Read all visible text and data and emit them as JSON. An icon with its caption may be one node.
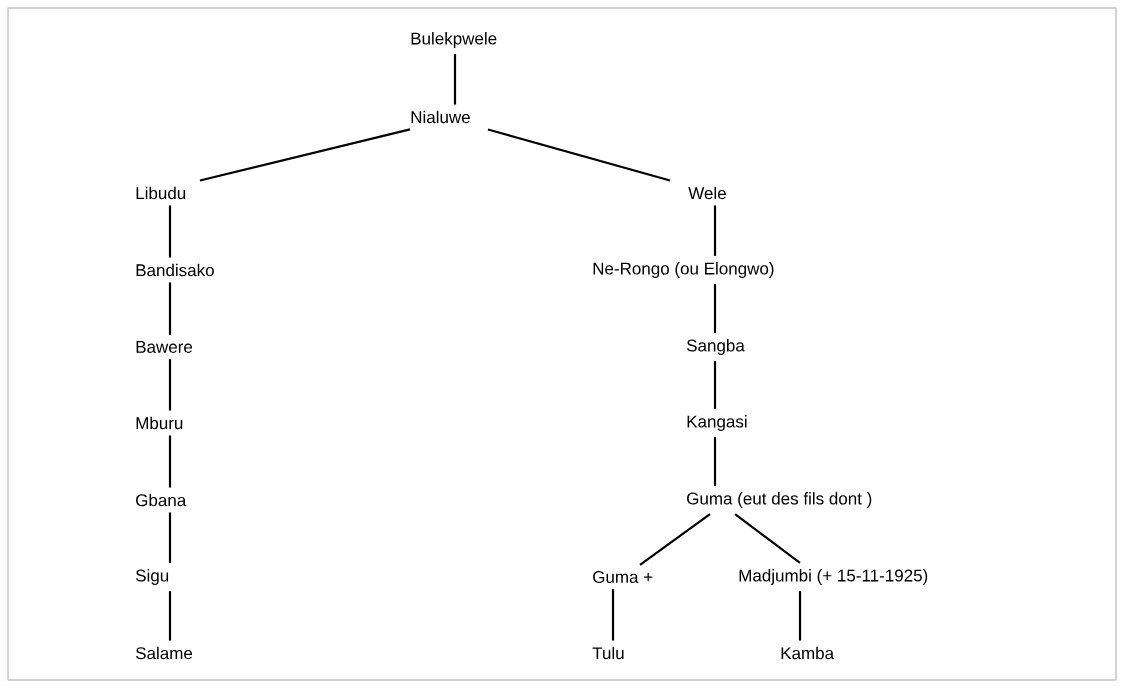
{
  "diagram": {
    "nodes": [
      {
        "text": [
          "Bulekpwele"
        ]
      },
      {
        "text": [
          "Nialuwe"
        ]
      },
      {
        "text": [
          "Libudu"
        ]
      },
      {
        "text": [
          "Wele"
        ]
      },
      {
        "text": [
          "Bandisako"
        ]
      },
      {
        "text": [
          "Ne-Rongo (ou Elongwo)"
        ]
      },
      {
        "text": [
          "Bawere"
        ]
      },
      {
        "text": [
          "Sangba"
        ]
      },
      {
        "text": [
          "Mburu"
        ]
      },
      {
        "text": [
          "Kangasi"
        ]
      },
      {
        "text": [
          "Gbana"
        ]
      },
      {
        "text": [
          "Guma (eut des fils dont )"
        ]
      },
      {
        "text": [
          "Sigu"
        ]
      },
      {
        "text": [
          "Guma +"
        ]
      },
      {
        "text": [
          "Madjumbi (+ 15-11-1925)"
        ]
      },
      {
        "text": [
          "Salame"
        ]
      },
      {
        "text": [
          "Tulu"
        ]
      },
      {
        "text": [
          "Kamba"
        ]
      }
    ],
    "edges": [
      {
        "from": 0,
        "to": 1,
        "arrow": "none"
      },
      {
        "from": 1,
        "to": 2,
        "arrow": "none"
      },
      {
        "from": 1,
        "to": 3,
        "arrow": "none"
      },
      {
        "from": 2,
        "to": 4,
        "arrow": "none"
      },
      {
        "from": 4,
        "to": 6,
        "arrow": "none"
      },
      {
        "from": 6,
        "to": 8,
        "arrow": "none"
      },
      {
        "from": 8,
        "to": 10,
        "arrow": "none"
      },
      {
        "from": 10,
        "to": 12,
        "arrow": "none"
      },
      {
        "from": 12,
        "to": 15,
        "arrow": "none"
      },
      {
        "from": 3,
        "to": 5,
        "arrow": "none"
      },
      {
        "from": 5,
        "to": 7,
        "arrow": "none"
      },
      {
        "from": 7,
        "to": 9,
        "arrow": "none"
      },
      {
        "from": 9,
        "to": 11,
        "arrow": "none"
      },
      {
        "from": 11,
        "to": 13,
        "arrow": "none"
      },
      {
        "from": 11,
        "to": 14,
        "arrow": "none"
      },
      {
        "from": 13,
        "to": 16,
        "arrow": "none"
      },
      {
        "from": 14,
        "to": 17,
        "arrow": "none"
      }
    ]
  }
}
